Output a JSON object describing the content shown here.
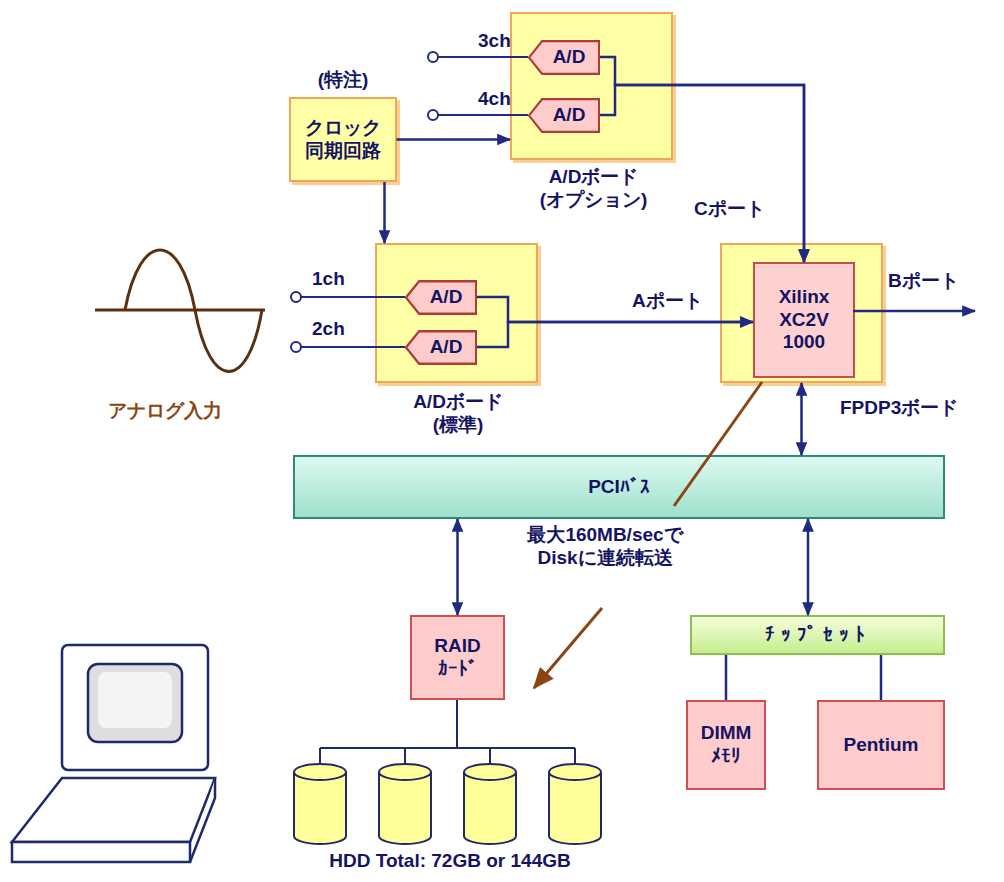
{
  "diagram": {
    "nodes": [
      {
        "text": [
          "(特注)",
          "クロック 同期回路"
        ]
      },
      {
        "text": [
          "A/Dボード (オプション)"
        ]
      },
      {
        "text": [
          "A/D"
        ],
        "in": 1
      },
      {
        "text": [
          "A/D"
        ],
        "in": 1
      },
      {
        "text": [
          "A/Dボード (標準)"
        ]
      },
      {
        "text": [
          "A/D"
        ],
        "in": 4
      },
      {
        "text": [
          "A/D"
        ],
        "in": 4
      },
      {
        "text": [
          "FPDP3ボード"
        ]
      },
      {
        "text": [
          "Xilinx XC2V 1000"
        ],
        "in": 7
      },
      {
        "text": [
          "PCIﾊﾞｽ"
        ]
      },
      {
        "text": [
          "RAID ｶｰﾄﾞ"
        ]
      },
      {
        "text": [
          "ﾁｯﾌﾟｾｯﾄ"
        ]
      },
      {
        "text": [
          "DIMM ﾒﾓﾘ"
        ]
      },
      {
        "text": [
          "Pentium"
        ]
      }
    ],
    "edges": [
      {
        "from": 0,
        "to": 1,
        "arrow": "to"
      },
      {
        "from": 0,
        "to": 4,
        "arrow": "to"
      },
      {
        "from": 2,
        "to": 8,
        "label": "Cポート",
        "arrow": "to"
      },
      {
        "from": 3,
        "to": 8,
        "arrow": "to"
      },
      {
        "from": 5,
        "to": 8,
        "label": "Aポート",
        "arrow": "to"
      },
      {
        "from": 6,
        "to": 8,
        "arrow": "to"
      },
      {
        "from": 7,
        "to": 9,
        "arrow": "both"
      },
      {
        "from": 9,
        "to": 10,
        "arrow": "both"
      },
      {
        "from": 9,
        "to": 11,
        "arrow": "both"
      },
      {
        "from": 11,
        "to": 12,
        "arrow": "none"
      },
      {
        "from": 11,
        "to": 13,
        "arrow": "none"
      }
    ],
    "labels": [
      "3ch",
      "4ch",
      "1ch",
      "2ch",
      "アナログ入力",
      "Bポート",
      "最大160MB/secで Diskに連続転送",
      "HDD Total: 72GB or 144GB"
    ]
  }
}
